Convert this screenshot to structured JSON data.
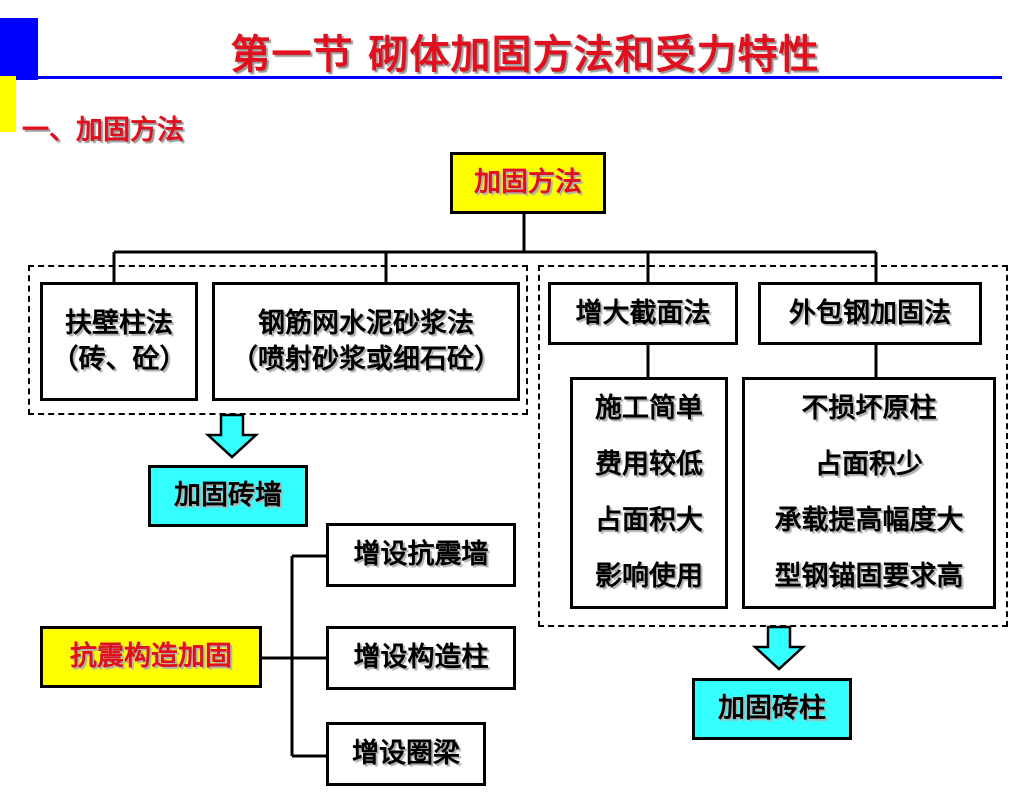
{
  "header": {
    "title": "第一节  砌体加固方法和受力特性",
    "subtitle": "一、加固方法"
  },
  "root": {
    "label": "加固方法"
  },
  "methods": {
    "buttress": {
      "line1": "扶壁柱法",
      "line2": "（砖、砼）"
    },
    "mesh": {
      "line1": "钢筋网水泥砂浆法",
      "line2": "（喷射砂浆或细石砼）"
    },
    "enlarge": {
      "label": "增大截面法"
    },
    "steel": {
      "label": "外包钢加固法"
    }
  },
  "results": {
    "wall": "加固砖墙",
    "column": "加固砖柱"
  },
  "enlarge_features": [
    "施工简单",
    "费用较低",
    "占面积大",
    "影响使用"
  ],
  "steel_features": [
    "不损坏原柱",
    "占面积少",
    "承载提高幅度大",
    "型钢锚固要求高"
  ],
  "seismic": {
    "label": "抗震构造加固",
    "items": [
      "增设抗震墙",
      "增设构造柱",
      "增设圈梁"
    ]
  },
  "colors": {
    "title_red": "#e0101e",
    "accent_blue": "#0000ff",
    "accent_yellow": "#ffff00",
    "cyan": "#33ffff"
  }
}
